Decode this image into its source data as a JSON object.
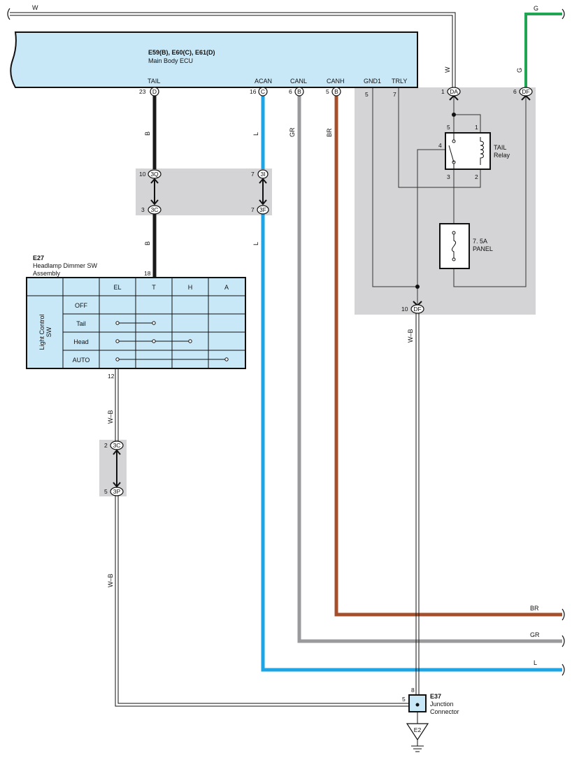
{
  "ecu": {
    "connectors": "E59(B), E60(C), E61(D)",
    "name": "Main Body ECU",
    "terminals": [
      {
        "name": "TAIL",
        "pin": "23",
        "conn": "D"
      },
      {
        "name": "ACAN",
        "pin": "16",
        "conn": "C"
      },
      {
        "name": "CANL",
        "pin": "6",
        "conn": "B"
      },
      {
        "name": "CANH",
        "pin": "5",
        "conn": "B"
      },
      {
        "name": "GND1",
        "pin": "5"
      },
      {
        "name": "TRLY",
        "pin": "7"
      }
    ]
  },
  "top_wires": {
    "w": "W",
    "g": "G"
  },
  "jb": {
    "da": {
      "pin": "1",
      "conn": "DA"
    },
    "df_top": {
      "pin": "6",
      "conn": "DF"
    },
    "df_bottom": {
      "pin": "10",
      "conn": "DF"
    },
    "relay": {
      "name": "TAIL",
      "sub": "Relay",
      "pins": [
        "5",
        "1",
        "4",
        "3",
        "2"
      ]
    },
    "fuse": {
      "rating": "7. 5A",
      "name": "PANEL"
    }
  },
  "junction_3q": {
    "pin": "10",
    "conn": "3Q"
  },
  "junction_3i": {
    "pin": "7",
    "conn": "3I"
  },
  "junction_3c_a": {
    "pin": "3",
    "conn": "3C"
  },
  "junction_3f": {
    "pin": "7",
    "conn": "3F"
  },
  "junction_3c_b": {
    "pin": "2",
    "conn": "3C"
  },
  "junction_3p": {
    "pin": "5",
    "conn": "3P"
  },
  "wire_labels": {
    "b": "B",
    "l": "L",
    "gr": "GR",
    "br": "BR",
    "wb": "W–B"
  },
  "dimmer": {
    "id": "E27",
    "name": "Headlamp Dimmer SW",
    "name2": "Assembly",
    "pin_top": "18",
    "pin_bottom": "12",
    "side_label1": "Light Control",
    "side_label2": "SW",
    "columns": [
      "EL",
      "T",
      "H",
      "A"
    ],
    "rows": [
      "OFF",
      "Tail",
      "Head",
      "AUTO"
    ]
  },
  "junction_connector": {
    "id": "E37",
    "name": "Junction",
    "name2": "Connector",
    "pin_top": "8",
    "pin_left": "5"
  },
  "ground": {
    "id": "E2"
  },
  "right_labels": {
    "br": "BR",
    "gr": "GR",
    "l": "L"
  },
  "colors": {
    "ecu_fill": "#c8e8f8",
    "box_fill": "#d4d4d6",
    "blue": "#1ea5e6",
    "gray": "#9a9a9c",
    "brown": "#a5502c",
    "green": "#20a552",
    "black": "#1a1a1a"
  }
}
